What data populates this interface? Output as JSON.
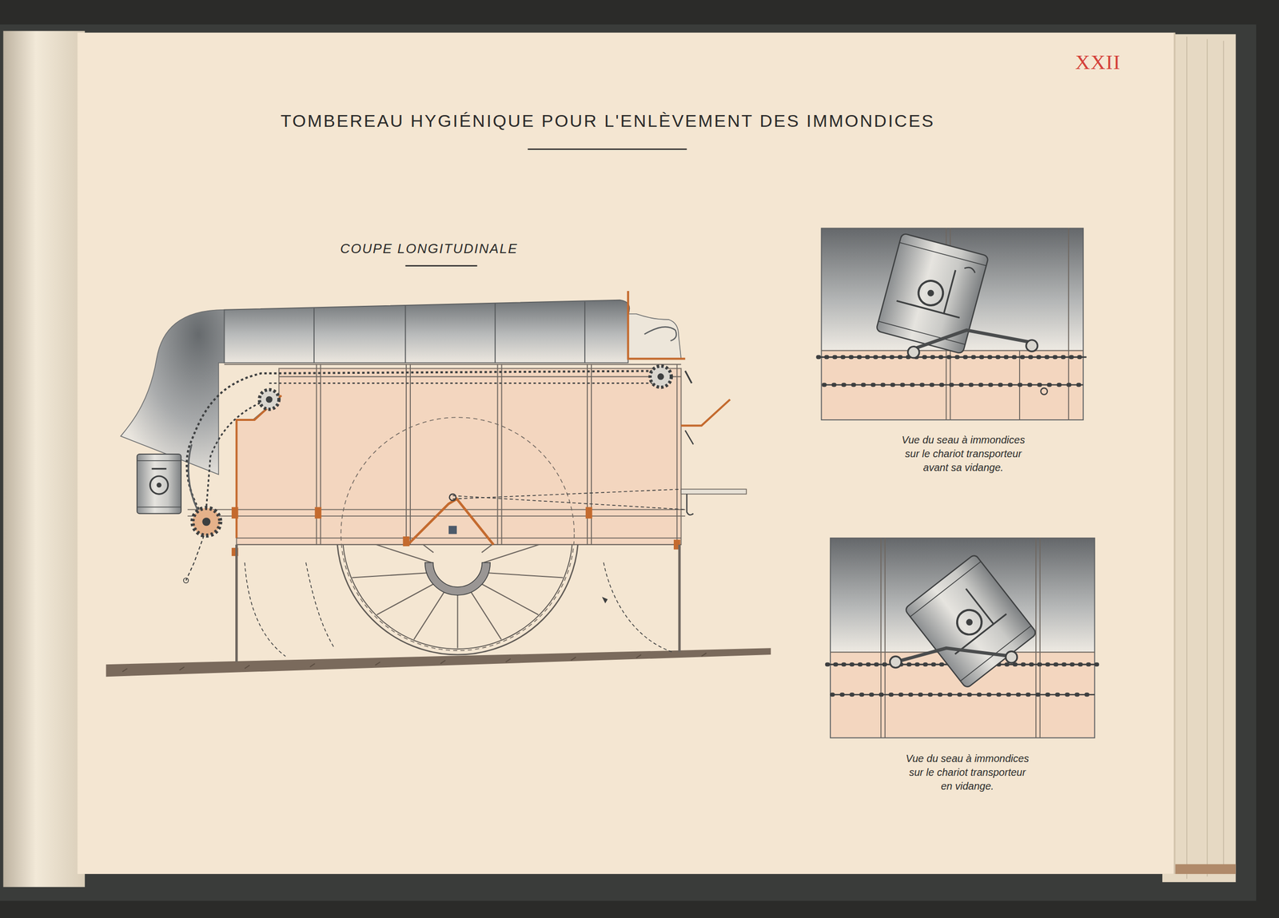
{
  "diagram": {
    "title": "TOMBEREAU HYGIÉNIQUE POUR L'ENLÈVEMENT DES IMMONDICES",
    "labels": [
      "XXII",
      "COUPE LONGITUDINALE",
      "Vue du seau à immondices sur le chariot transporteur avant sa vidange.",
      "Vue du seau à immondices sur le chariot transporteur en vidange."
    ]
  }
}
